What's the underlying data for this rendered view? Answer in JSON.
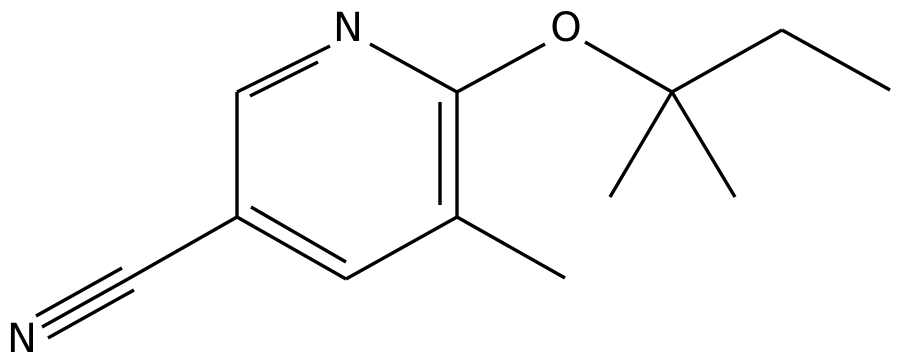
{
  "atom_labels": {
    "ring_nitrogen": "N",
    "ether_oxygen": "O",
    "nitrile_nitrogen": "N"
  }
}
